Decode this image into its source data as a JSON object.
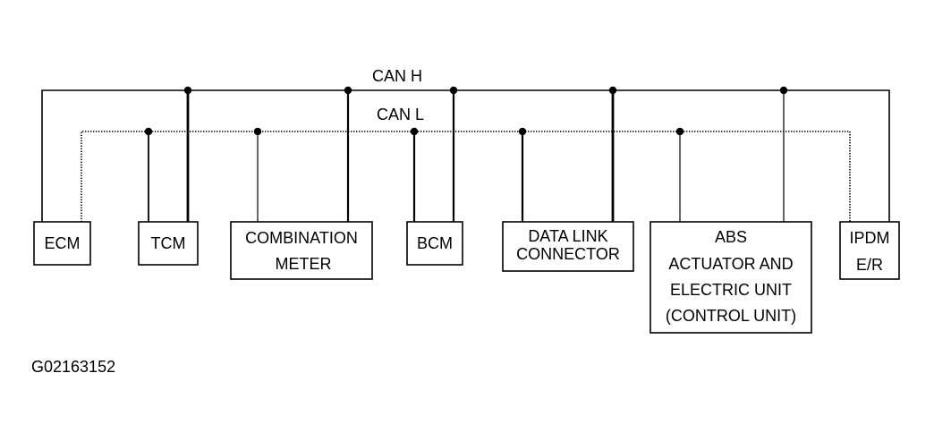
{
  "bus_labels": {
    "can_h": "CAN H",
    "can_l": "CAN L"
  },
  "units": [
    {
      "key": "ecm",
      "lines": [
        "ECM"
      ]
    },
    {
      "key": "tcm",
      "lines": [
        "TCM"
      ]
    },
    {
      "key": "combination-meter",
      "lines": [
        "COMBINATION",
        "METER"
      ]
    },
    {
      "key": "bcm",
      "lines": [
        "BCM"
      ]
    },
    {
      "key": "data-link-connector",
      "lines": [
        "DATA LINK",
        "CONNECTOR"
      ]
    },
    {
      "key": "abs-actuator",
      "lines": [
        "ABS",
        "ACTUATOR AND",
        "ELECTRIC UNIT",
        "(CONTROL UNIT)"
      ]
    },
    {
      "key": "ipdm-er",
      "lines": [
        "IPDM",
        "E/R"
      ]
    }
  ],
  "figure_id": "G02163152"
}
